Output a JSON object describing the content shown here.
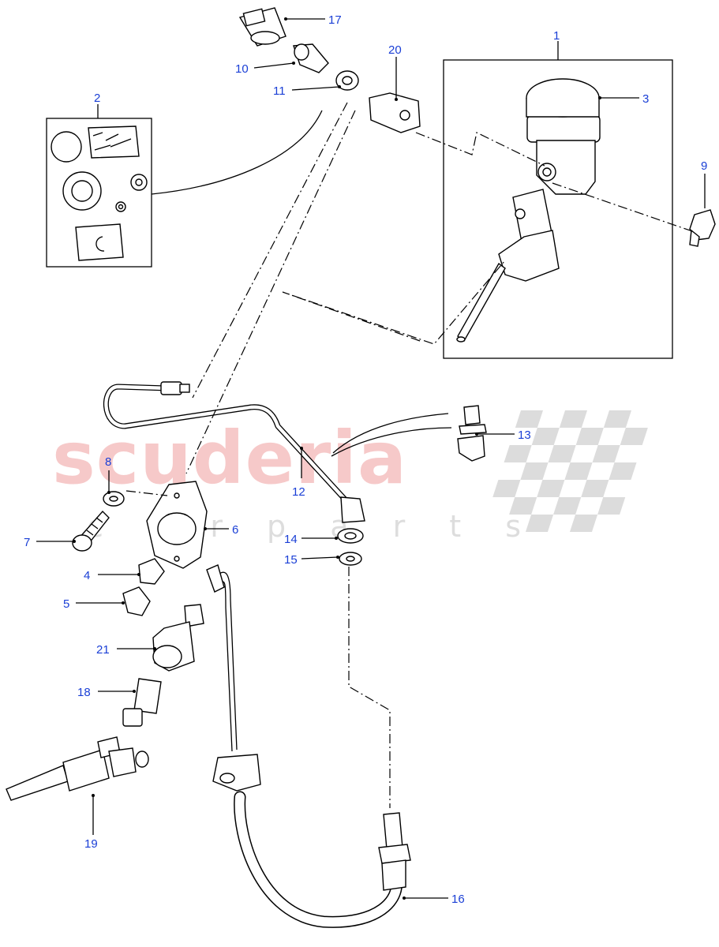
{
  "watermark": {
    "brand": "scuderia",
    "sub": "c a r p a r t s"
  },
  "callouts": [
    {
      "id": "c1",
      "label": "1"
    },
    {
      "id": "c2",
      "label": "2"
    },
    {
      "id": "c3",
      "label": "3"
    },
    {
      "id": "c4",
      "label": "4"
    },
    {
      "id": "c5",
      "label": "5"
    },
    {
      "id": "c6",
      "label": "6"
    },
    {
      "id": "c7",
      "label": "7"
    },
    {
      "id": "c8",
      "label": "8"
    },
    {
      "id": "c9",
      "label": "9"
    },
    {
      "id": "c10",
      "label": "10"
    },
    {
      "id": "c11",
      "label": "11"
    },
    {
      "id": "c12",
      "label": "12"
    },
    {
      "id": "c13",
      "label": "13"
    },
    {
      "id": "c14",
      "label": "14"
    },
    {
      "id": "c15",
      "label": "15"
    },
    {
      "id": "c16",
      "label": "16"
    },
    {
      "id": "c17",
      "label": "17"
    },
    {
      "id": "c18",
      "label": "18"
    },
    {
      "id": "c19",
      "label": "19"
    },
    {
      "id": "c20",
      "label": "20"
    },
    {
      "id": "c21",
      "label": "21"
    }
  ],
  "colors": {
    "callout": "#1a3fd6",
    "watermark_text": "#f6c9c9",
    "watermark_checker": "#dcdcdc"
  }
}
